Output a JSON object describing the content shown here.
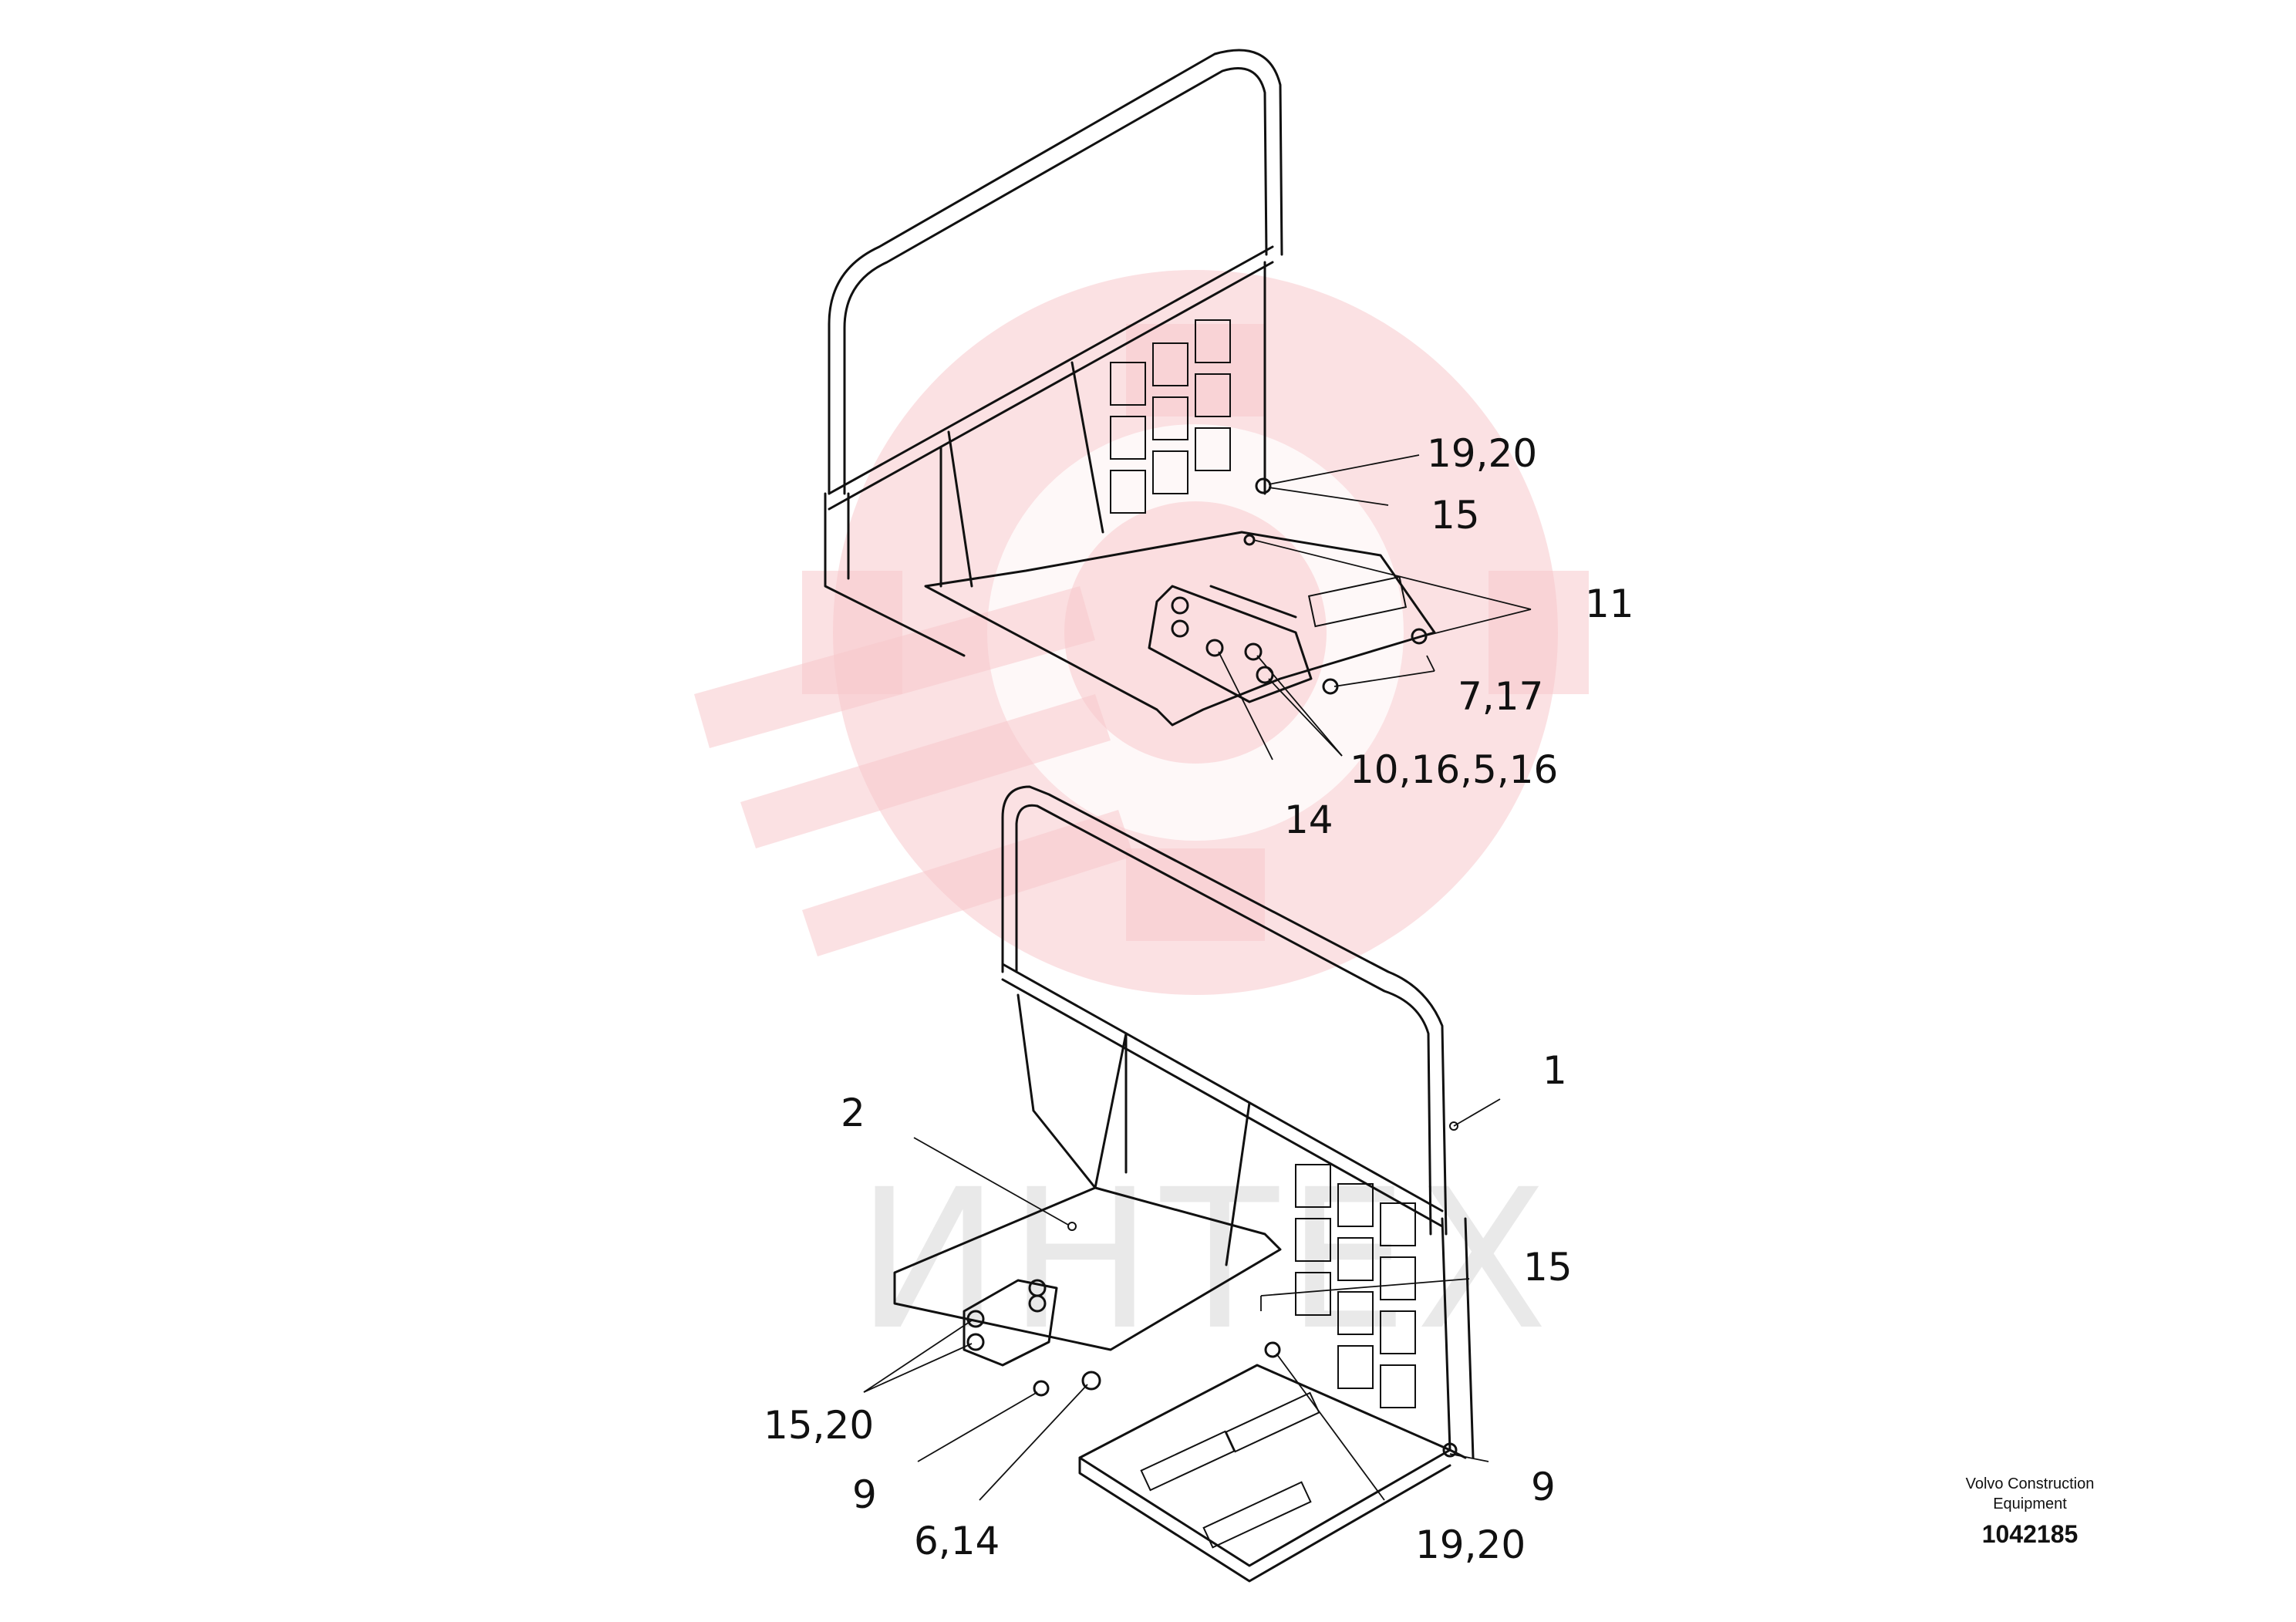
{
  "watermark": {
    "text": "ИНТЕХ",
    "color": "#f7c9cc"
  },
  "callouts": {
    "top_19_20": "19,20",
    "top_15": "15",
    "top_11": "11",
    "top_7_17": "7,17",
    "top_10_16_5_16": "10,16,5,16",
    "top_14": "14",
    "bot_1": "1",
    "bot_2": "2",
    "bot_15": "15",
    "bot_15_20": "15,20",
    "bot_9_left": "9",
    "bot_6_14": "6,14",
    "bot_19_20": "19,20",
    "bot_9_right": "9"
  },
  "footer": {
    "brand_line1": "Volvo Construction",
    "brand_line2": "Equipment",
    "doc_number": "1042185"
  }
}
